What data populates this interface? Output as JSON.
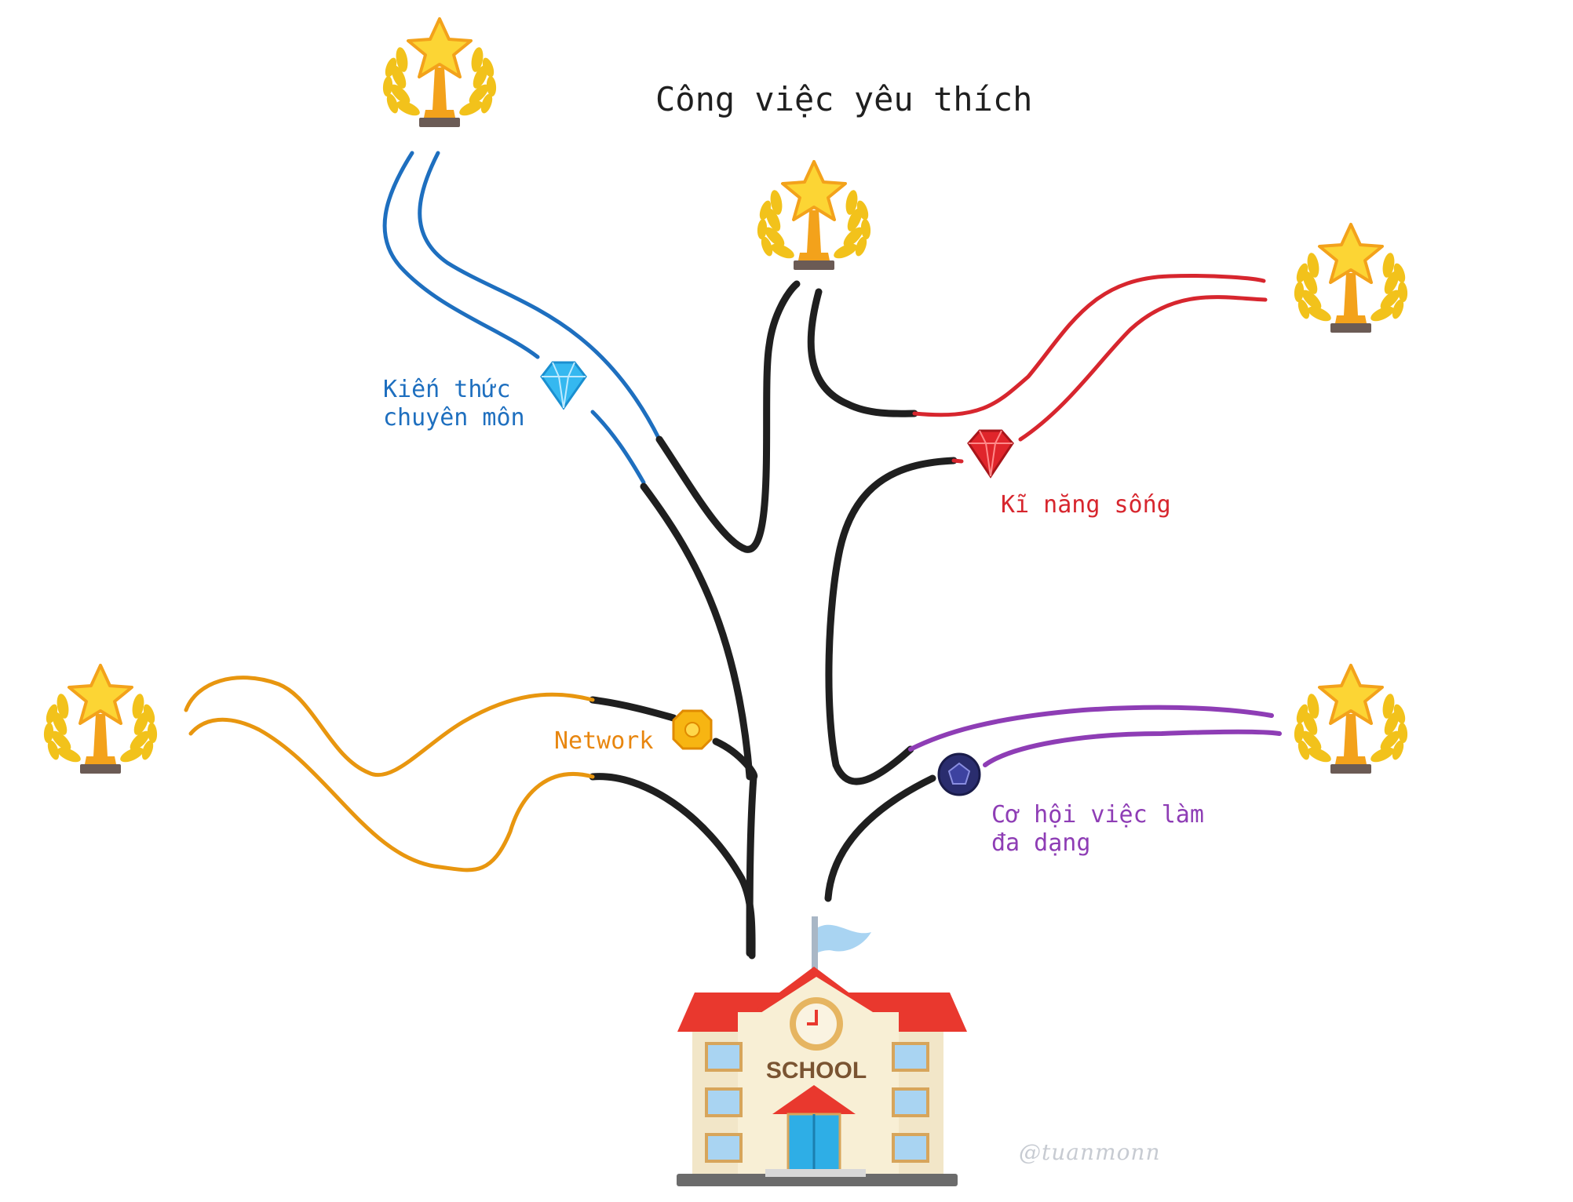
{
  "title": "Công việc yêu thích",
  "branches": {
    "knowledge": {
      "line1": "Kiến thức",
      "line2": "chuyên môn",
      "color": "#1e6fbf",
      "gem": "diamond-icon"
    },
    "life_skills": {
      "line1": "Kĩ năng sống",
      "color": "#d7262e",
      "gem": "ruby-icon"
    },
    "network": {
      "line1": "Network",
      "color": "#e8860f",
      "gem": "topaz-icon"
    },
    "opportunities": {
      "line1": "Cơ hội việc làm",
      "line2": "đa dạng",
      "color": "#8e3db5",
      "gem": "sapphire-icon"
    }
  },
  "school": {
    "sign": "SCHOOL",
    "icon": "school-building-icon"
  },
  "trophy_icon": "trophy-icon",
  "watermark": "@tuanmonn"
}
